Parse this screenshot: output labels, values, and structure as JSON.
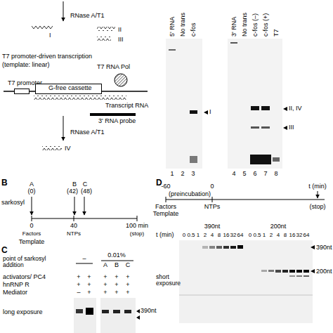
{
  "diagram": {
    "nodes": [
      {
        "text": [
          "T7 promoter"
        ]
      },
      {
        "text": [
          "G-free cassette"
        ]
      },
      {
        "text": [
          "T7 RNA Pol"
        ]
      }
    ],
    "labels": [
      "RNase A/T1",
      "I",
      "II",
      "III",
      "T7 promoter-driven transcription",
      "(template: linear)",
      "Transcript RNA",
      "3' RNA probe",
      "RNase A/T1",
      "IV",
      "5' RNA",
      "No trans",
      "c-fos",
      "I",
      "1",
      "2",
      "3",
      "3' RNA",
      "No trans",
      "c-fos (–)",
      "c-fos (+)",
      "T7",
      "II, IV",
      "III",
      "4",
      "5",
      "6",
      "7",
      "8",
      "B",
      "A",
      "(0)",
      "B",
      "C",
      "(42)",
      "(48)",
      "sarkosyl",
      "0",
      "40",
      "100 min",
      "Factors",
      "Template",
      "NTPs",
      "(stop)",
      "C",
      "point of sarkosyl addition",
      "–",
      "0.01%",
      "A",
      "B",
      "C",
      "activators/ PC4",
      "hnRNP R",
      "Mediator",
      "+",
      "+",
      "+",
      "+",
      "+",
      "+",
      "+",
      "+",
      "+",
      "+",
      "–",
      "+",
      "+",
      "+",
      "+",
      "long exposure",
      "390nt",
      "D",
      "-60",
      "(preincubation)",
      "0",
      "t (min)",
      "Factors",
      "Template",
      "NTPs",
      "(stop)",
      "390nt",
      "200nt",
      "t (min)",
      "0",
      "0.5",
      "1",
      "2",
      "4",
      "8",
      "16",
      "32",
      "64",
      "0",
      "0.5",
      "1",
      "2",
      "4",
      "8",
      "16",
      "32",
      "64",
      "390nt",
      "200nt",
      "short exposure"
    ]
  }
}
